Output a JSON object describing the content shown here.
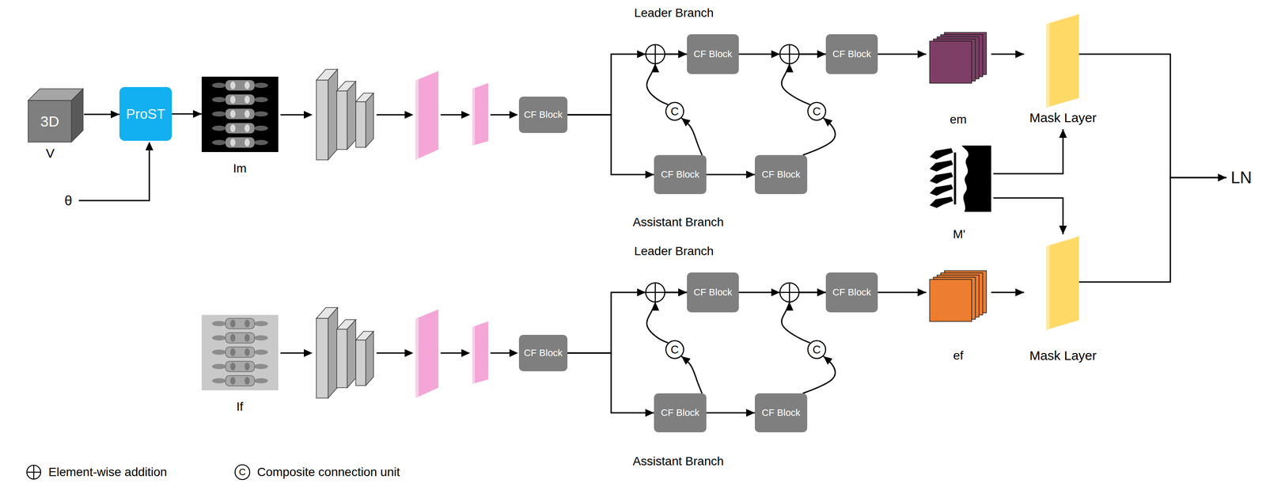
{
  "diagram": {
    "nodes": [
      {
        "text": [
          "3D",
          "V"
        ]
      },
      {
        "text": [
          "ProST"
        ]
      },
      {
        "text": [
          "Im"
        ]
      },
      {
        "text": [
          "CF Block"
        ]
      },
      {
        "text": [
          "CF Block"
        ]
      },
      {
        "text": [
          "CF Block"
        ]
      },
      {
        "text": [
          "CF Block"
        ]
      },
      {
        "text": [
          "CF Block"
        ]
      },
      {
        "text": [
          "C"
        ]
      },
      {
        "text": [
          "C"
        ]
      },
      {
        "text": [
          "em"
        ]
      },
      {
        "text": [
          "Mask Layer"
        ]
      },
      {
        "text": [
          "M'"
        ]
      },
      {
        "text": [
          "If"
        ]
      },
      {
        "text": [
          "CF Block"
        ]
      },
      {
        "text": [
          "CF Block"
        ]
      },
      {
        "text": [
          "CF Block"
        ]
      },
      {
        "text": [
          "CF Block"
        ]
      },
      {
        "text": [
          "CF Block"
        ]
      },
      {
        "text": [
          "C"
        ]
      },
      {
        "text": [
          "C"
        ]
      },
      {
        "text": [
          "ef"
        ]
      },
      {
        "text": [
          "Mask Layer"
        ]
      },
      {
        "text": [
          "LN"
        ]
      }
    ],
    "edges": [
      {
        "from": 0,
        "to": 1,
        "arrow": "to"
      },
      {
        "from": 1,
        "to": 2,
        "arrow": "to"
      },
      {
        "from": 3,
        "to": 4,
        "arrow": "to"
      },
      {
        "from": 3,
        "to": 6,
        "arrow": "to"
      },
      {
        "from": 6,
        "to": 7,
        "arrow": "to"
      },
      {
        "from": 6,
        "to": 8,
        "arrow": "to"
      },
      {
        "from": 7,
        "to": 9,
        "arrow": "to"
      },
      {
        "from": 8,
        "to": 4,
        "arrow": "to"
      },
      {
        "from": 9,
        "to": 5,
        "arrow": "to"
      },
      {
        "from": 4,
        "to": 5,
        "arrow": "to"
      },
      {
        "from": 5,
        "to": 10,
        "arrow": "to"
      },
      {
        "from": 10,
        "to": 11,
        "arrow": "to"
      },
      {
        "from": 12,
        "to": 11,
        "arrow": "to"
      },
      {
        "from": 12,
        "to": 22,
        "arrow": "to"
      },
      {
        "from": 11,
        "to": 23,
        "arrow": "to"
      },
      {
        "from": 22,
        "to": 23,
        "arrow": "to"
      },
      {
        "from": 14,
        "to": 15,
        "arrow": "to"
      },
      {
        "from": 14,
        "to": 17,
        "arrow": "to"
      },
      {
        "from": 17,
        "to": 18,
        "arrow": "to"
      },
      {
        "from": 17,
        "to": 19,
        "arrow": "to"
      },
      {
        "from": 18,
        "to": 20,
        "arrow": "to"
      },
      {
        "from": 19,
        "to": 15,
        "arrow": "to"
      },
      {
        "from": 20,
        "to": 16,
        "arrow": "to"
      },
      {
        "from": 15,
        "to": 16,
        "arrow": "to"
      },
      {
        "from": 16,
        "to": 21,
        "arrow": "to"
      },
      {
        "from": 21,
        "to": 22,
        "arrow": "to"
      }
    ],
    "labels": [
      "Leader Branch",
      "θ",
      "Assistant Branch",
      "Leader Branch",
      "Assistant Branch",
      "C"
    ],
    "legend": [
      {
        "text": "Element-wise addition"
      },
      {
        "text": "Composite connection unit"
      }
    ]
  }
}
